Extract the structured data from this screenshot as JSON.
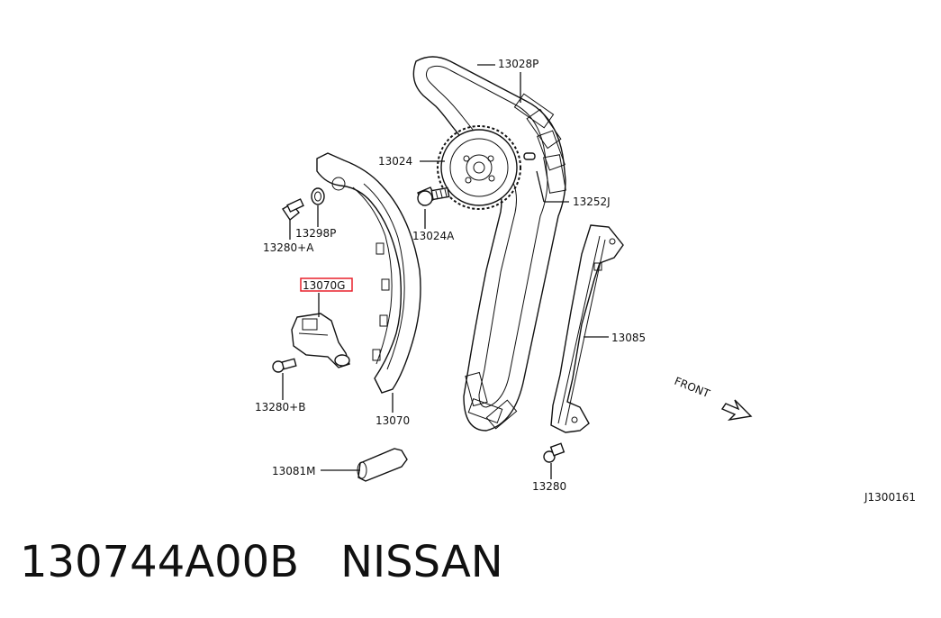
{
  "labels": {
    "p13028P": "13028P",
    "p13024": "13024",
    "p13024A": "13024A",
    "p13252J": "13252J",
    "p13298P": "13298P",
    "p13280A": "13280+A",
    "p13070G": "13070G",
    "p13280B": "13280+B",
    "p13070": "13070",
    "p13085": "13085",
    "p13081M": "13081M",
    "p13280": "13280",
    "front": "FRONT",
    "ref": "J1300161"
  },
  "highlight_color": "#e8212b",
  "caption": {
    "part_number": "130744A00B",
    "brand": "NISSAN"
  }
}
